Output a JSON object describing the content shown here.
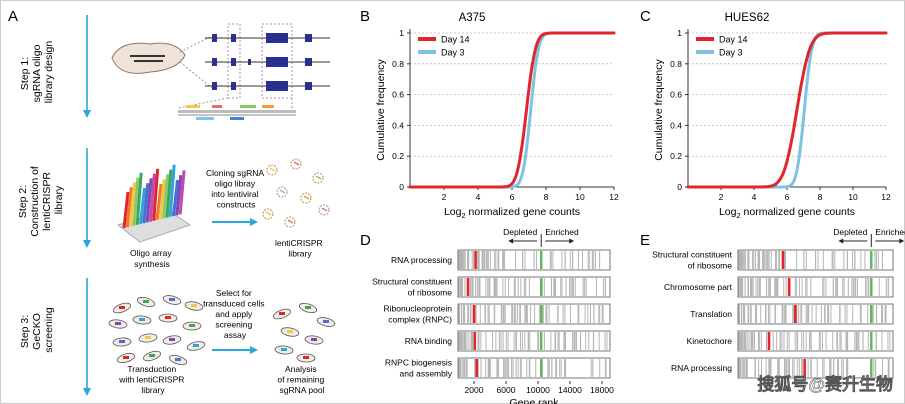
{
  "panels": {
    "A": "A",
    "B": "B",
    "C": "C",
    "D": "D",
    "E": "E"
  },
  "panelA": {
    "step1": [
      "Step 1:",
      "sgRNA oligo",
      "library design"
    ],
    "step2": [
      "Step 2:",
      "Construction of",
      "lentiCRISPR",
      "library"
    ],
    "step3": [
      "Step 3:",
      "GeCKO",
      "screening"
    ],
    "oligo_label": [
      "Oligo array",
      "synthesis"
    ],
    "cloning_label": [
      "Cloning sgRNA",
      "oligo libray",
      "into lentiviral",
      "constructs"
    ],
    "lenti_label": [
      "lentiCRISPR",
      "library"
    ],
    "select_label": [
      "Select for",
      "transduced cells",
      "and apply",
      "screening",
      "assay"
    ],
    "transduction_label": [
      "Transduction",
      "with lentiCRISPR",
      "library"
    ],
    "analysis_label": [
      "Analysis",
      "of remaining",
      "sgRNA pool"
    ]
  },
  "chart_data": [
    {
      "type": "line",
      "panel": "B",
      "title": "A375",
      "xlabel": "Log2 normalized gene counts",
      "ylabel": "Cumulative frequency",
      "xlim": [
        0,
        12
      ],
      "ylim": [
        0,
        1
      ],
      "xticks": [
        2,
        4,
        6,
        8,
        10,
        12
      ],
      "yticks": [
        0,
        0.2,
        0.4,
        0.6,
        0.8,
        1
      ],
      "series": [
        {
          "name": "Day 14",
          "color": "#e0262b",
          "mu": 6.85,
          "s": 0.42
        },
        {
          "name": "Day 3",
          "color": "#7ec3e6",
          "mu": 7.1,
          "s": 0.36
        }
      ]
    },
    {
      "type": "line",
      "panel": "C",
      "title": "HUES62",
      "xlabel": "Log2 normalized gene counts",
      "ylabel": "Cumulative frequency",
      "xlim": [
        0,
        12
      ],
      "ylim": [
        0,
        1
      ],
      "xticks": [
        2,
        4,
        6,
        8,
        10,
        12
      ],
      "yticks": [
        0,
        0.2,
        0.4,
        0.6,
        0.8,
        1
      ],
      "series": [
        {
          "name": "Day 14",
          "color": "#e0262b",
          "mu": 6.6,
          "s": 0.62
        },
        {
          "name": "Day 3",
          "color": "#7ec3e6",
          "mu": 7.05,
          "s": 0.36
        }
      ]
    }
  ],
  "panelD": {
    "depleted": "Depleted",
    "enriched": "Enriched",
    "xlabel": "Gene rank",
    "xticks": [
      "2000",
      "6000",
      "10000",
      "14000",
      "18000"
    ],
    "rows": [
      {
        "label": [
          "RNA processing"
        ],
        "red": 2200,
        "green": 10400
      },
      {
        "label": [
          "Structural constituent",
          "of ribosome"
        ],
        "red": 1250,
        "green": 10400
      },
      {
        "label": [
          "Ribonucleoprotein",
          "complex (RNPC)"
        ],
        "red": 2000,
        "green": 10400
      },
      {
        "label": [
          "RNA binding"
        ],
        "red": 2100,
        "green": 10400
      },
      {
        "label": [
          "RNPC biogenesis",
          "and assembly"
        ],
        "red": 2350,
        "green": 10400
      }
    ]
  },
  "panelE": {
    "depleted": "Depleted",
    "enriched": "Enriched",
    "rows": [
      {
        "label": [
          "Structural constituent",
          "of ribosome"
        ],
        "red": 0.29,
        "green": 0.86
      },
      {
        "label": [
          "Chromosome part"
        ],
        "red": 0.33,
        "green": 0.86
      },
      {
        "label": [
          "Translation"
        ],
        "red": 0.37,
        "green": 0.86
      },
      {
        "label": [
          "Kinetochore"
        ],
        "red": 0.2,
        "green": 0.86
      },
      {
        "label": [
          "RNA processing"
        ],
        "red": 0.43,
        "green": 0.86
      }
    ]
  },
  "watermark": "搜狐号@赛升生物",
  "colors": {
    "red": "#e0262b",
    "blue": "#7ec3e6",
    "green": "#5cb85c",
    "arrow": "#2aa6dc",
    "bar": "#b5b5b5"
  }
}
